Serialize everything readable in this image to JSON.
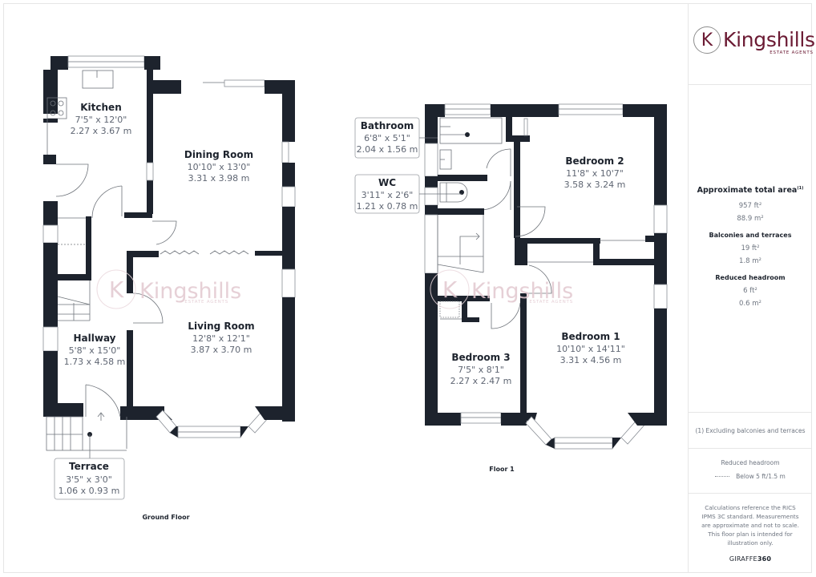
{
  "brand": {
    "logo_letter": "K",
    "name": "Kingshills",
    "subtitle": "ESTATE AGENTS",
    "color": "#6b1a33"
  },
  "ground_floor": {
    "label": "Ground Floor",
    "rooms": [
      {
        "name": "Kitchen",
        "imperial": "7'5\" x 12'0\"",
        "metric": "2.27 x 3.67 m"
      },
      {
        "name": "Dining Room",
        "imperial": "10'10\" x 13'0\"",
        "metric": "3.31 x 3.98 m"
      },
      {
        "name": "Living Room",
        "imperial": "12'8\" x 12'1\"",
        "metric": "3.87 x 3.70 m"
      },
      {
        "name": "Hallway",
        "imperial": "5'8\" x 15'0\"",
        "metric": "1.73 x 4.58 m"
      },
      {
        "name": "Terrace",
        "imperial": "3'5\" x 3'0\"",
        "metric": "1.06 x 0.93 m"
      }
    ]
  },
  "floor_1": {
    "label": "Floor 1",
    "rooms": [
      {
        "name": "Bathroom",
        "imperial": "6'8\" x 5'1\"",
        "metric": "2.04 x 1.56 m"
      },
      {
        "name": "WC",
        "imperial": "3'11\" x 2'6\"",
        "metric": "1.21 x 0.78 m"
      },
      {
        "name": "Bedroom 2",
        "imperial": "11'8\" x 10'7\"",
        "metric": "3.58 x 3.24 m"
      },
      {
        "name": "Bedroom 1",
        "imperial": "10'10\" x 14'11\"",
        "metric": "3.31 x 4.56 m"
      },
      {
        "name": "Bedroom 3",
        "imperial": "7'5\" x 8'1\"",
        "metric": "2.27 x 2.47 m"
      }
    ]
  },
  "sidebar": {
    "total_area": {
      "title": "Approximate total area",
      "footnote_mark": "(1)",
      "ft": "957 ft²",
      "m": "88.9 m²"
    },
    "balconies": {
      "title": "Balconies and terraces",
      "ft": "19 ft²",
      "m": "1.8 m²"
    },
    "reduced": {
      "title": "Reduced headroom",
      "ft": "6 ft²",
      "m": "0.6 m²"
    },
    "footnote": "(1) Excluding balconies and terraces",
    "legend": {
      "title": "Reduced headroom",
      "item": "Below 5 ft/1.5 m"
    },
    "disclaimer": "Calculations reference the RICS IPMS 3C standard. Measurements are approximate and not to scale. This floor plan is intended for illustration only.",
    "brand_light": "GIRAFFE",
    "brand_bold": "360"
  },
  "colors": {
    "wall": "#1d232d",
    "label_gray": "#5f6673",
    "watermark": "#e2c8d0"
  }
}
